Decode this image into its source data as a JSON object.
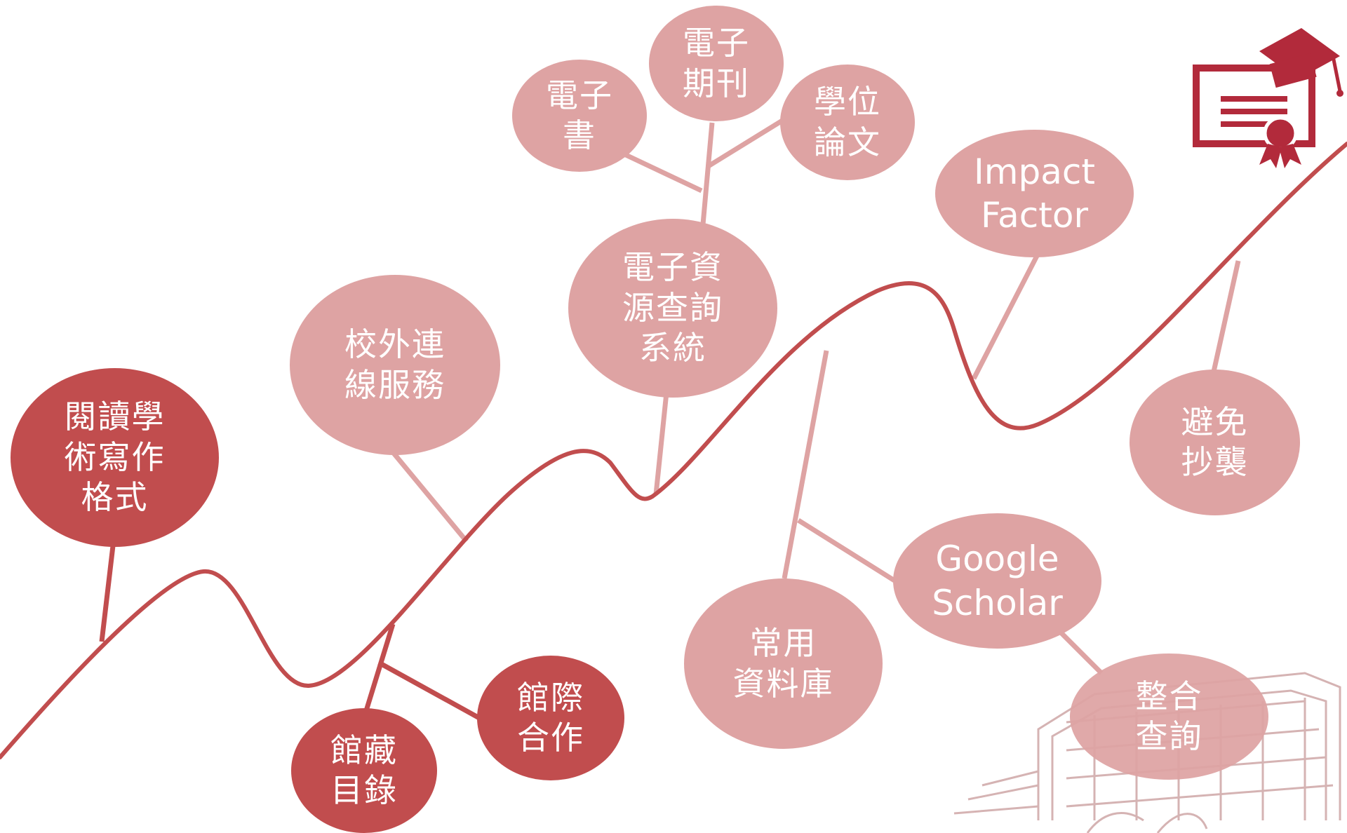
{
  "nodes": [
    {
      "id": "reading-writing-format",
      "lines": [
        "閱讀學",
        "術寫作",
        "格式"
      ]
    },
    {
      "id": "library-catalog",
      "lines": [
        "館藏",
        "目錄"
      ]
    },
    {
      "id": "interlibrary-loan",
      "lines": [
        "館際",
        "合作"
      ]
    },
    {
      "id": "off-campus",
      "lines": [
        "校外連",
        "線服務"
      ]
    },
    {
      "id": "e-resource-system",
      "lines": [
        "電子資",
        "源查詢",
        "系統"
      ]
    },
    {
      "id": "ebook",
      "lines": [
        "電子",
        "書"
      ]
    },
    {
      "id": "ejournal",
      "lines": [
        "電子",
        "期刊"
      ]
    },
    {
      "id": "thesis",
      "lines": [
        "學位",
        "論文"
      ]
    },
    {
      "id": "common-databases",
      "lines": [
        "常用",
        "資料庫"
      ]
    },
    {
      "id": "google-scholar",
      "lines": [
        "Google",
        "Scholar"
      ]
    },
    {
      "id": "integrated-search",
      "lines": [
        "整合",
        "查詢"
      ]
    },
    {
      "id": "impact-factor",
      "lines": [
        "Impact",
        "Factor"
      ]
    },
    {
      "id": "avoid-plagiarism",
      "lines": [
        "避免",
        "抄襲"
      ]
    }
  ],
  "colors": {
    "path": "#c14d4e",
    "dark_node": "#c14d4e",
    "light_node": "#dea3a3",
    "connector_dark": "#c14d4e",
    "connector_light": "#dea3a3",
    "icon": "#b22a3b",
    "watermark": "#c89a9a"
  },
  "icons": {
    "certificate": "graduation-certificate-icon",
    "watermark": "library-building-watermark"
  }
}
